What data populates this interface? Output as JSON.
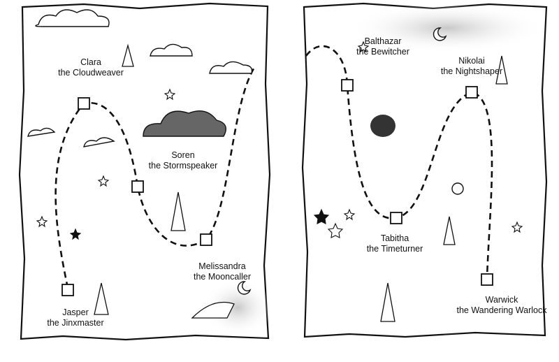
{
  "maps": [
    {
      "name": "left-map",
      "characters": [
        {
          "name": "Clara",
          "title": "the Cloudweaver"
        },
        {
          "name": "Soren",
          "title": "the Stormspeaker"
        },
        {
          "name": "Melissandra",
          "title": "the Mooncaller"
        },
        {
          "name": "Jasper",
          "title": "the Jinxmaster"
        }
      ]
    },
    {
      "name": "right-map",
      "characters": [
        {
          "name": "Balthazar",
          "title": "the Bewitcher"
        },
        {
          "name": "Nikolai",
          "title": "the Nightshaper"
        },
        {
          "name": "Tabitha",
          "title": "the Timeturner"
        },
        {
          "name": "Warwick",
          "title": "the Wandering Warlock"
        }
      ]
    }
  ],
  "colors": {
    "ink": "#111111",
    "paper": "#ffffff",
    "shade": "#d8d8d8"
  }
}
